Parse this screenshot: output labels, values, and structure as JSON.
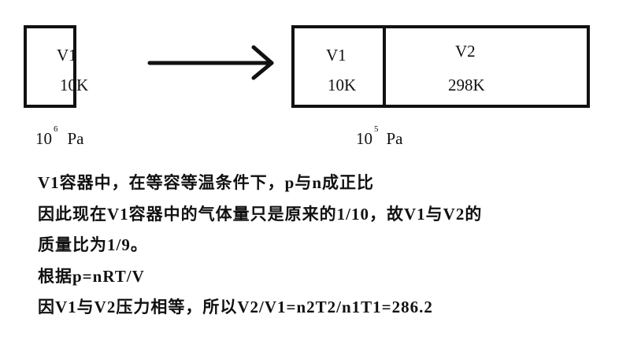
{
  "before": {
    "volume": "V1",
    "temperature": "10K",
    "pressure_base": "10",
    "pressure_exp": "6",
    "pressure_unit": "Pa"
  },
  "after": {
    "left": {
      "volume": "V1",
      "temperature": "10K"
    },
    "right": {
      "volume": "V2",
      "temperature": "298K"
    },
    "pressure_base": "10",
    "pressure_exp": "5",
    "pressure_unit": "Pa"
  },
  "explanation": [
    "V1容器中，在等容等温条件下，p与n成正比",
    "因此现在V1容器中的气体量只是原来的1/10，故V1与V2的",
    "质量比为1/9。",
    "根据p=nRT/V",
    "因V1与V2压力相等，所以V2/V1=n2T2/n1T1=286.2"
  ]
}
